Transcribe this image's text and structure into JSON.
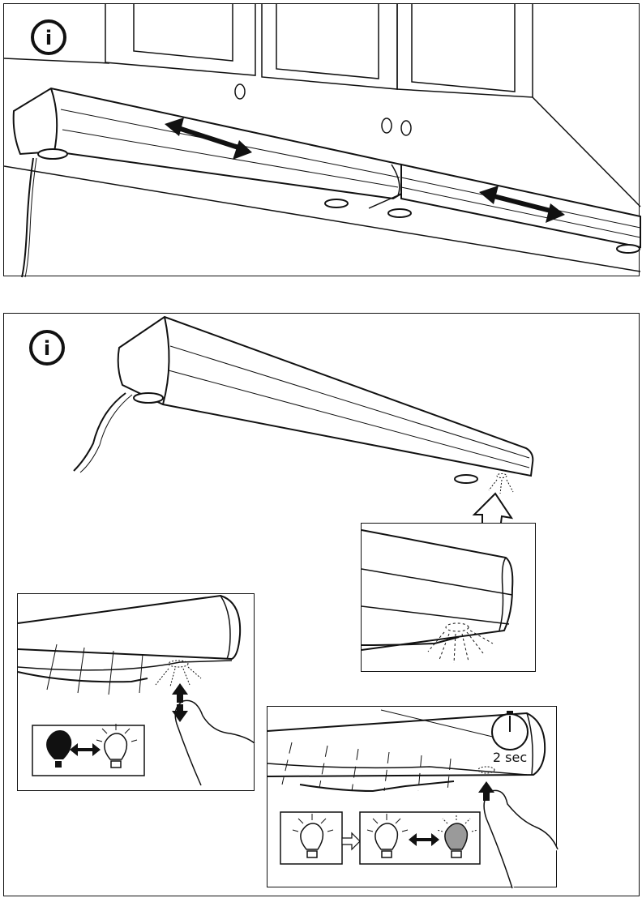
{
  "panels": {
    "top": {
      "info_symbol": "i"
    },
    "bottom": {
      "info_symbol": "i"
    }
  },
  "timer": {
    "label": "2 sec"
  },
  "icons": {
    "info": "info-icon",
    "double_arrow": "double-arrow-icon",
    "bulb_off": "bulb-off-icon",
    "bulb_on": "bulb-on-icon",
    "bulb_dim": "bulb-dim-icon",
    "stopwatch": "stopwatch-icon",
    "finger_press": "finger-press-icon"
  },
  "colors": {
    "line": "#111111",
    "dim_bulb": "#9a9a9a"
  }
}
